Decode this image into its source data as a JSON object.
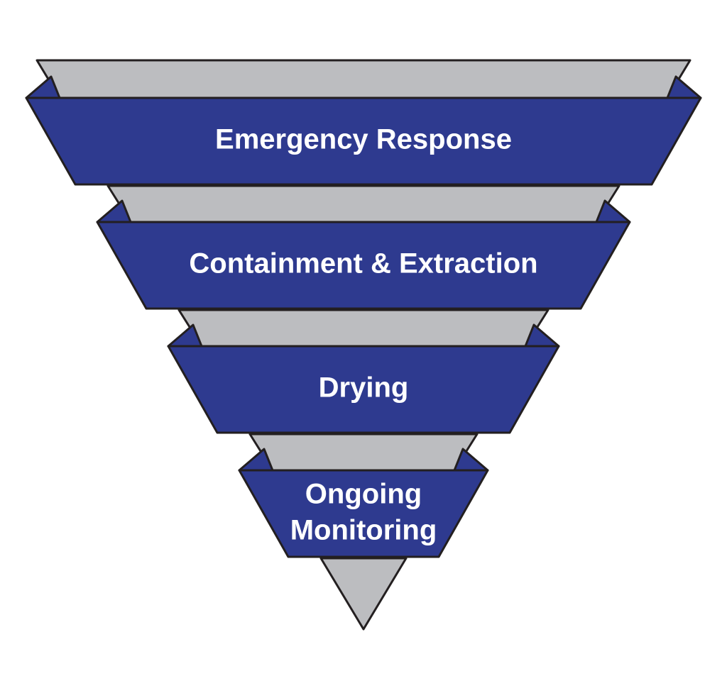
{
  "colors": {
    "band_fill": "#2e3a8f",
    "back_panel_fill": "#bcbdc0",
    "outline": "#231f20",
    "label_text": "#ffffff"
  },
  "stages": [
    {
      "lines": [
        "Emergency Response"
      ]
    },
    {
      "lines": [
        "Containment & Extraction"
      ]
    },
    {
      "lines": [
        "Drying"
      ]
    },
    {
      "lines": [
        "Ongoing",
        "Monitoring"
      ]
    }
  ]
}
